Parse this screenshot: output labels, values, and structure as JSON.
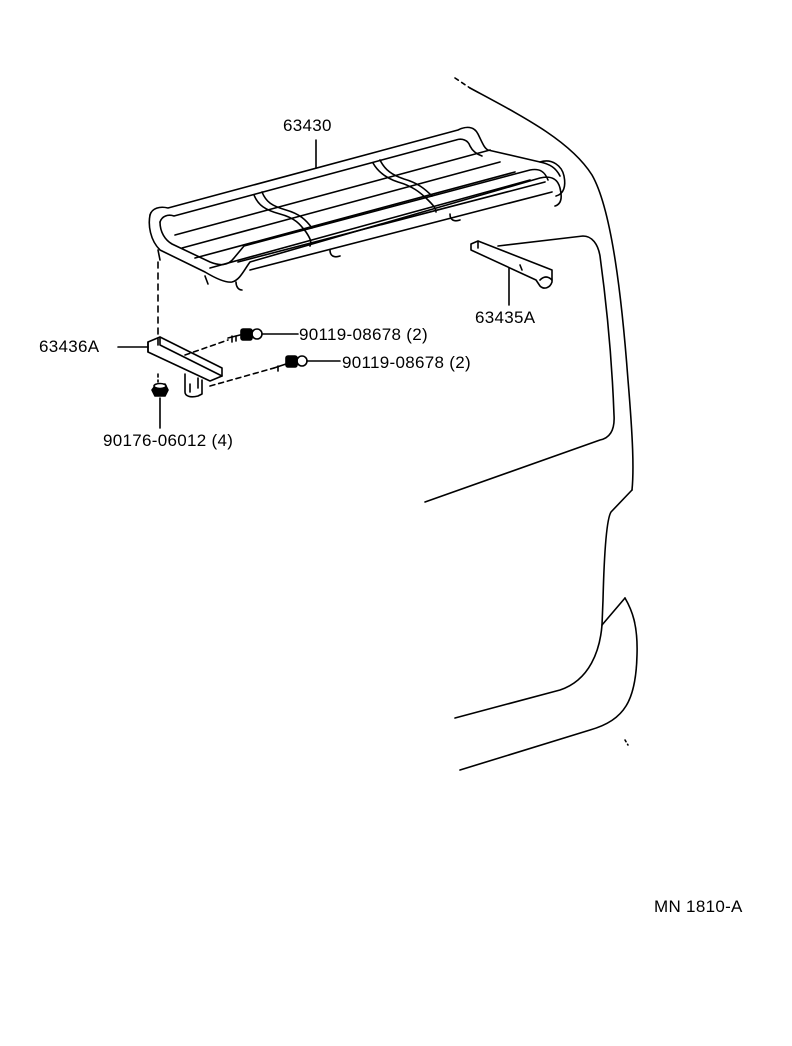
{
  "parts": {
    "roof_rack": {
      "number": "63430"
    },
    "rear_bracket": {
      "number": "63435A"
    },
    "front_bracket": {
      "number": "63436A"
    },
    "bolt_upper": {
      "number": "90119-08678 (2)"
    },
    "bolt_lower": {
      "number": "90119-08678 (2)"
    },
    "nut": {
      "number": "90176-06012 (4)"
    }
  },
  "diagram_code": "MN 1810-A",
  "colors": {
    "line": "#000000",
    "background": "#ffffff"
  }
}
